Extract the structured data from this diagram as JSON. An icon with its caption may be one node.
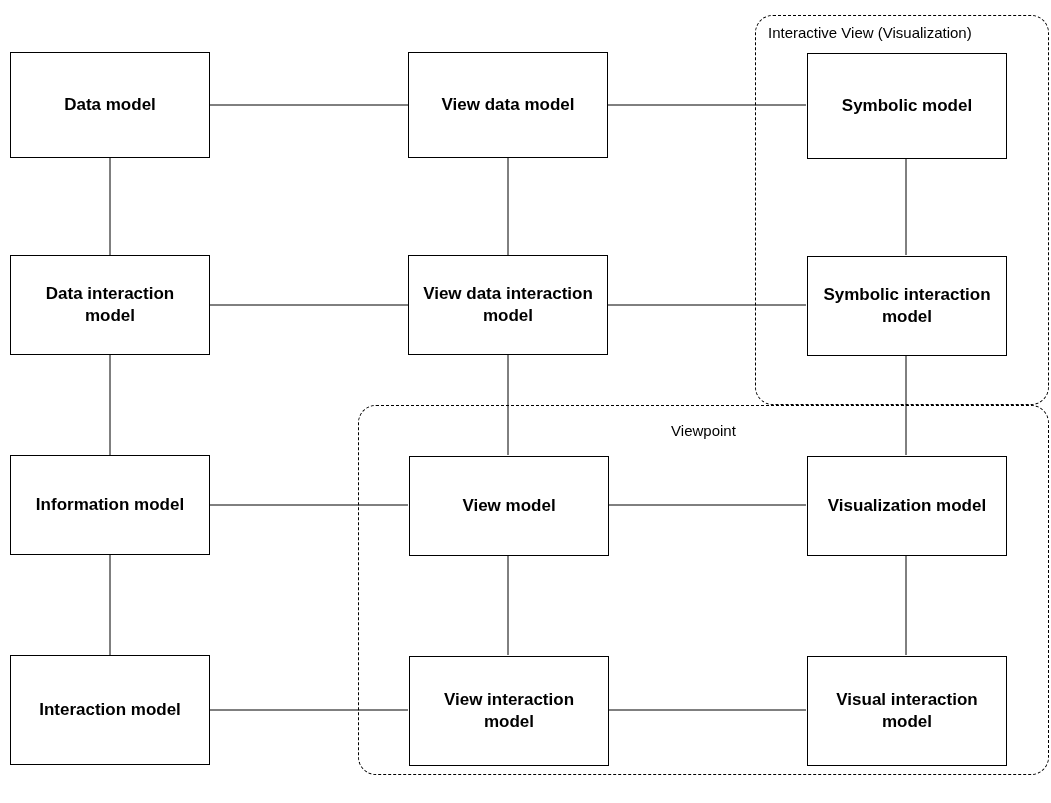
{
  "diagram": {
    "nodes": [
      {
        "text": [
          "Interactive View (Visualization)"
        ]
      },
      {
        "text": [
          "Data model"
        ]
      },
      {
        "text": [
          "View data model"
        ]
      },
      {
        "text": [
          "Symbolic model"
        ],
        "in": 0
      },
      {
        "text": [
          "Data interaction model"
        ]
      },
      {
        "text": [
          "View data interaction model"
        ]
      },
      {
        "text": [
          "Symbolic interaction model"
        ],
        "in": 0
      },
      {
        "text": [
          "Viewpoint"
        ]
      },
      {
        "text": [
          "Information model"
        ]
      },
      {
        "text": [
          "View model"
        ],
        "in": 7
      },
      {
        "text": [
          "Visualization model"
        ],
        "in": 7
      },
      {
        "text": [
          "Interaction model"
        ]
      },
      {
        "text": [
          "View interaction model"
        ],
        "in": 7
      },
      {
        "text": [
          "Visual interaction model"
        ],
        "in": 7
      }
    ],
    "edges": [
      {
        "from": 1,
        "to": 2,
        "arrow": "none"
      },
      {
        "from": 2,
        "to": 3,
        "arrow": "none"
      },
      {
        "from": 1,
        "to": 4,
        "arrow": "none"
      },
      {
        "from": 2,
        "to": 5,
        "arrow": "none"
      },
      {
        "from": 3,
        "to": 6,
        "arrow": "none"
      },
      {
        "from": 4,
        "to": 5,
        "arrow": "none"
      },
      {
        "from": 5,
        "to": 6,
        "arrow": "none"
      },
      {
        "from": 4,
        "to": 8,
        "arrow": "none"
      },
      {
        "from": 5,
        "to": 9,
        "arrow": "none"
      },
      {
        "from": 6,
        "to": 10,
        "arrow": "none"
      },
      {
        "from": 8,
        "to": 9,
        "arrow": "none"
      },
      {
        "from": 9,
        "to": 10,
        "arrow": "none"
      },
      {
        "from": 8,
        "to": 11,
        "arrow": "none"
      },
      {
        "from": 9,
        "to": 12,
        "arrow": "none"
      },
      {
        "from": 10,
        "to": 13,
        "arrow": "none"
      },
      {
        "from": 11,
        "to": 12,
        "arrow": "none"
      },
      {
        "from": 12,
        "to": 13,
        "arrow": "none"
      }
    ]
  }
}
